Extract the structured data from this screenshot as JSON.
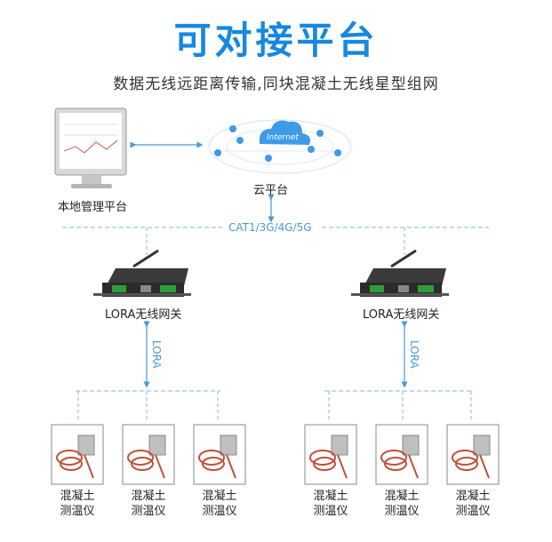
{
  "header": {
    "title": "可对接平台",
    "subtitle": "数据无线远距离传输,同块混凝土无线星型组网"
  },
  "nodes": {
    "local_platform": "本地管理平台",
    "cloud_platform": "云平台",
    "cloud_badge": "Internet",
    "network": "CAT1/3G/4G/5G",
    "gateway_label": "LORA无线网关",
    "lora_link": "LORA",
    "sensor_line1": "混凝土",
    "sensor_line2": "测温仪"
  },
  "colors": {
    "accent": "#1688e0",
    "link": "#4a9ad6",
    "network_line": "#7fb8e6"
  }
}
